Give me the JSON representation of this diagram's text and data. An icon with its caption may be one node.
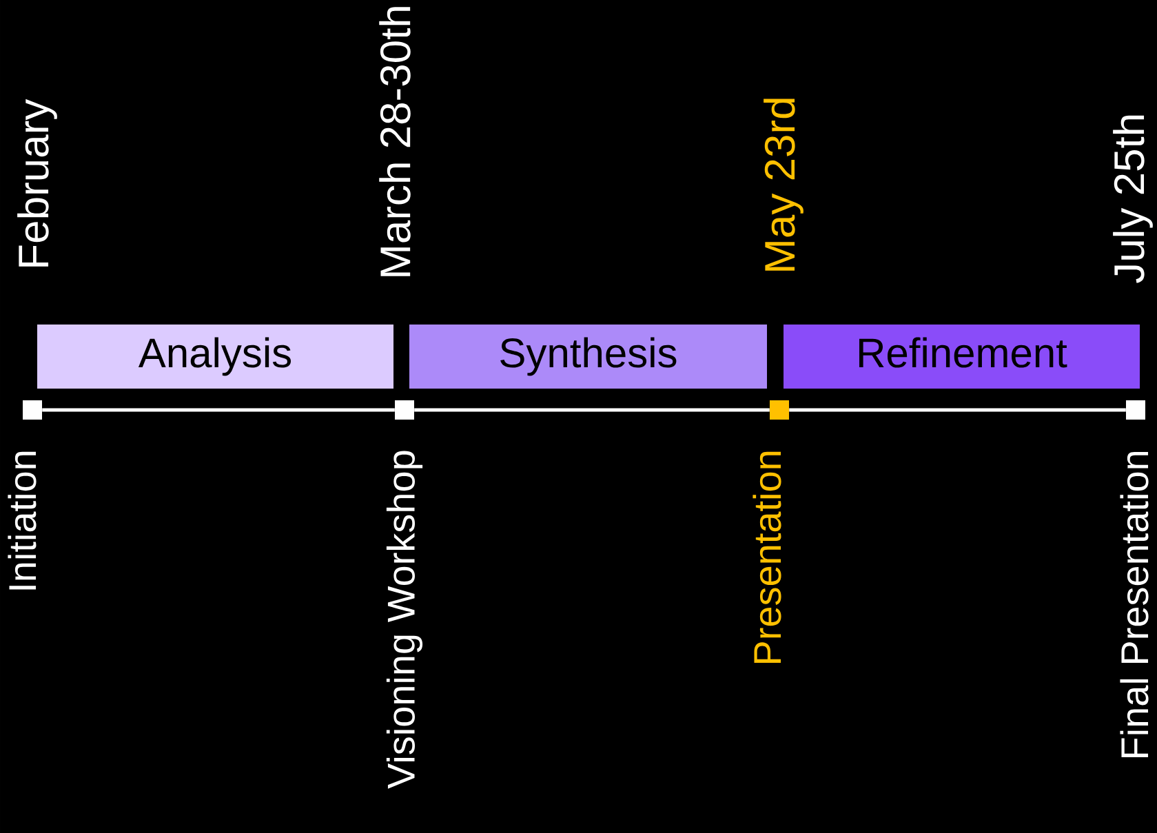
{
  "diagram": {
    "nodes": [
      {
        "text": [
          "Analysis"
        ]
      },
      {
        "text": [
          "Synthesis"
        ]
      },
      {
        "text": [
          "Refinement"
        ]
      },
      {
        "text": [],
        "shape": "box",
        "beside": [
          "Initiation"
        ]
      },
      {
        "text": [],
        "shape": "box",
        "beside": [
          "Visioning Workshop"
        ]
      },
      {
        "text": [],
        "shape": "box",
        "beside": [
          "Presentation"
        ]
      },
      {
        "text": [],
        "shape": "box",
        "beside": [
          "Final Presentation"
        ]
      }
    ],
    "labels": [
      "February",
      "March 28-30th",
      "May 23rd",
      "July 25th"
    ],
    "edges": [
      {
        "from": 3,
        "to": 4,
        "arrow": "none"
      },
      {
        "from": 4,
        "to": 5,
        "arrow": "none"
      },
      {
        "from": 5,
        "to": 6,
        "arrow": "none"
      }
    ]
  }
}
